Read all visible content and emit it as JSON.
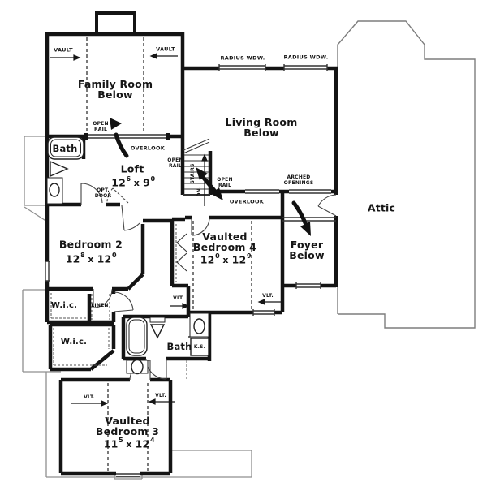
{
  "plan": {
    "rooms": {
      "family_room": {
        "line1": "Family Room",
        "line2": "Below"
      },
      "living_room": {
        "line1": "Living Room",
        "line2": "Below"
      },
      "foyer": {
        "line1": "Foyer",
        "line2": "Below"
      },
      "attic": {
        "name": "Attic"
      },
      "loft": {
        "name": "Loft",
        "dim": {
          "a": "12",
          "a_sup": "6",
          "b": "9",
          "b_sup": "0"
        }
      },
      "bedroom_2": {
        "name": "Bedroom 2",
        "dim": {
          "a": "12",
          "a_sup": "8",
          "b": "12",
          "b_sup": "0"
        }
      },
      "bedroom_4": {
        "line1": "Vaulted",
        "line2": "Bedroom 4",
        "dim": {
          "a": "12",
          "a_sup": "0",
          "b": "12",
          "b_sup": "9"
        }
      },
      "bedroom_3": {
        "line1": "Vaulted",
        "line2": "Bedroom 3",
        "dim": {
          "a": "11",
          "a_sup": "5",
          "b": "12",
          "b_sup": "4"
        }
      },
      "bath_upper": {
        "name": "Bath"
      },
      "bath_lower": {
        "name": "Bath"
      },
      "wic_upper": {
        "name": "W.i.c."
      },
      "wic_lower": {
        "name": "W.i.c."
      },
      "linen": {
        "name": "LINEN"
      },
      "kneespace": {
        "name": "K.S."
      }
    },
    "annotations": {
      "vault": "VAULT",
      "radius_window": "RADIUS WDW.",
      "open_rail": "OPEN RAIL",
      "overlook": "OVERLOOK",
      "arched_openings": "ARCHED OPENINGS",
      "stairs": "STAIRS",
      "down": "DN.",
      "opt_door": "OPT. DOOR",
      "vlt": "VLT."
    },
    "dim_separator": "x"
  },
  "colors": {
    "ink": "#161616",
    "wall": "#141414",
    "thin_line": "#8f8f8f",
    "background": "#ffffff"
  }
}
